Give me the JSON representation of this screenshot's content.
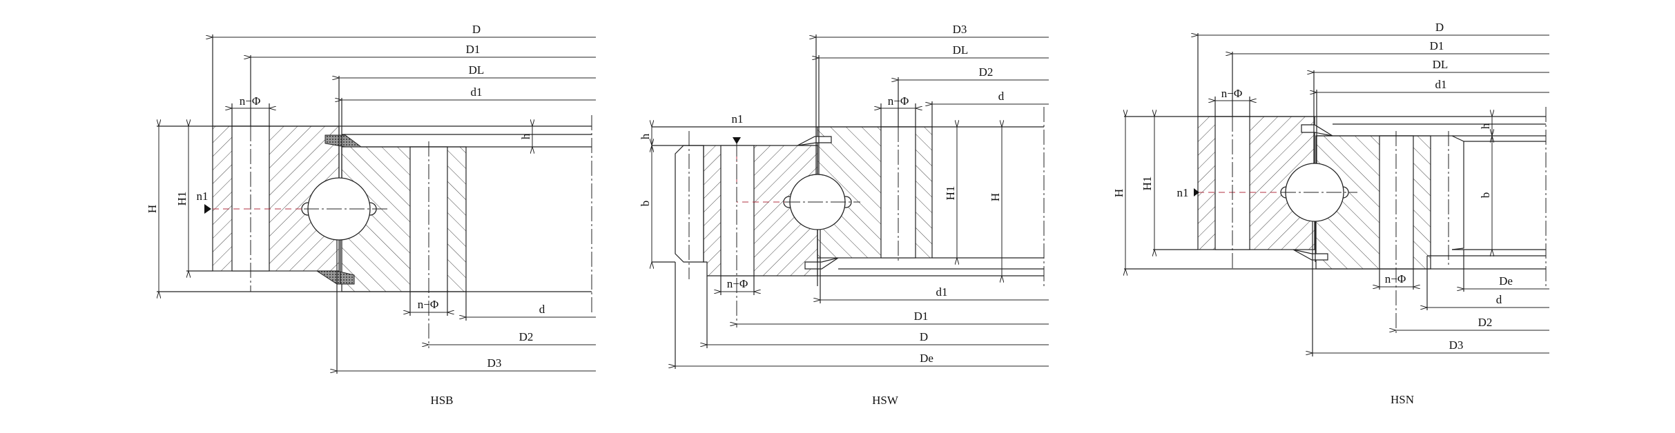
{
  "colors": {
    "line": "#222222",
    "center_line": "#b03040",
    "background": "#ffffff"
  },
  "hsb": {
    "title": "HSB",
    "D": "D",
    "D1": "D1",
    "DL": "DL",
    "d1": "d1",
    "h": "h",
    "H": "H",
    "H1": "H1",
    "n1": "n1",
    "n_phi_top": "n−Φ",
    "n_phi_bottom": "n−Φ",
    "d": "d",
    "D2": "D2",
    "D3": "D3"
  },
  "hsw": {
    "title": "HSW",
    "D3": "D3",
    "DL": "DL",
    "D2": "D2",
    "d": "d",
    "n1": "n1",
    "h": "h",
    "b": "b",
    "H1": "H1",
    "H": "H",
    "n_phi_top": "n−Φ",
    "n_phi_bottom": "n−Φ",
    "d1": "d1",
    "D1": "D1",
    "D": "D",
    "De": "De"
  },
  "hsn": {
    "title": "HSN",
    "D": "D",
    "D1": "D1",
    "DL": "DL",
    "d1": "d1",
    "h": "h",
    "H": "H",
    "H1": "H1",
    "n1": "n1",
    "b": "b",
    "n_phi_top": "n−Φ",
    "n_phi_bottom": "n−Φ",
    "De": "De",
    "d": "d",
    "D2": "D2",
    "D3": "D3"
  }
}
